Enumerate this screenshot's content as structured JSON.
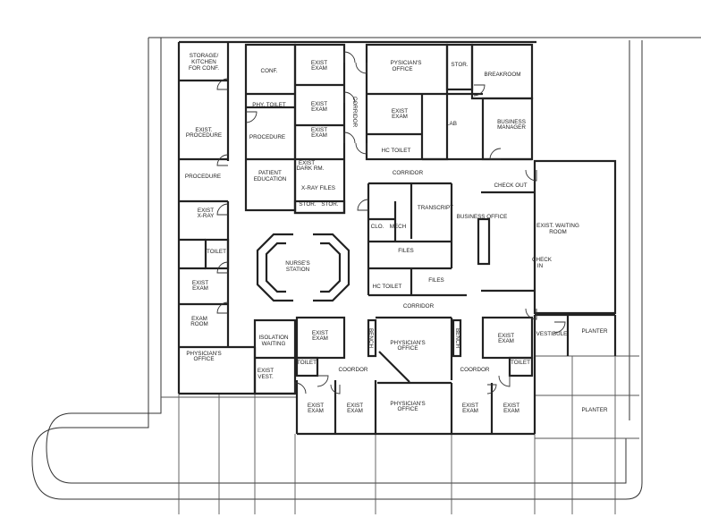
{
  "plan": {
    "rooms": [
      "STORAGE/",
      "KITCHEN",
      "FOR CONF.",
      "CONF.",
      "EXIST",
      "EXAM",
      "PYSICIAN'S",
      "OFFICE",
      "STOR.",
      "BREAKROOM",
      "PHY. TOILET",
      "EXIST",
      "EXAM",
      "EXIST",
      "EXAM",
      "EXIST.",
      "PROCEDURE",
      "PROCEDURE",
      "EXIST",
      "X-RAY",
      "LAB",
      "BUSINESS",
      "MANAGER",
      "HC TOILET",
      "PROCEDURE",
      "PATIENT",
      "EDUCATION",
      "EXIST",
      "DARK RM.",
      "X-RAY FILES",
      "CORRIDOR",
      "CHECK OUT",
      "STOR.",
      "STOR.",
      "TRANSCRIPT",
      "EXIST",
      "EXAM",
      "CLO.",
      "MECH",
      "BUSINESS OFFICE",
      "EXIST. WAITING",
      "ROOM",
      "TOILET",
      "NURSE'S",
      "STATION",
      "FILES",
      "CHECK",
      "IN",
      "EXIST",
      "EXAM",
      "HC TOILET",
      "FILES",
      "CORRIDOR",
      "EXAM",
      "ROOM",
      "ISOLATION",
      "WAITING",
      "EXIST",
      "EXAM",
      "PHYSICIAN'S",
      "OFFICE",
      "EXIST",
      "EXAM",
      "VESTIBULE",
      "PLANTER",
      "PHYSICIAN'S",
      "OFFICE",
      "TOILET",
      "COORDOR",
      "COORDOR",
      "TOILET",
      "EXIST",
      "VEST.",
      "EXIST",
      "EXAM",
      "EXIST",
      "EXAM",
      "PHYSICIAN'S",
      "OFFICE",
      "EXIST",
      "EXAM",
      "EXIST",
      "EXAM",
      "PLANTER",
      "BENCH",
      "BENCH",
      "CORRIDOR"
    ]
  }
}
